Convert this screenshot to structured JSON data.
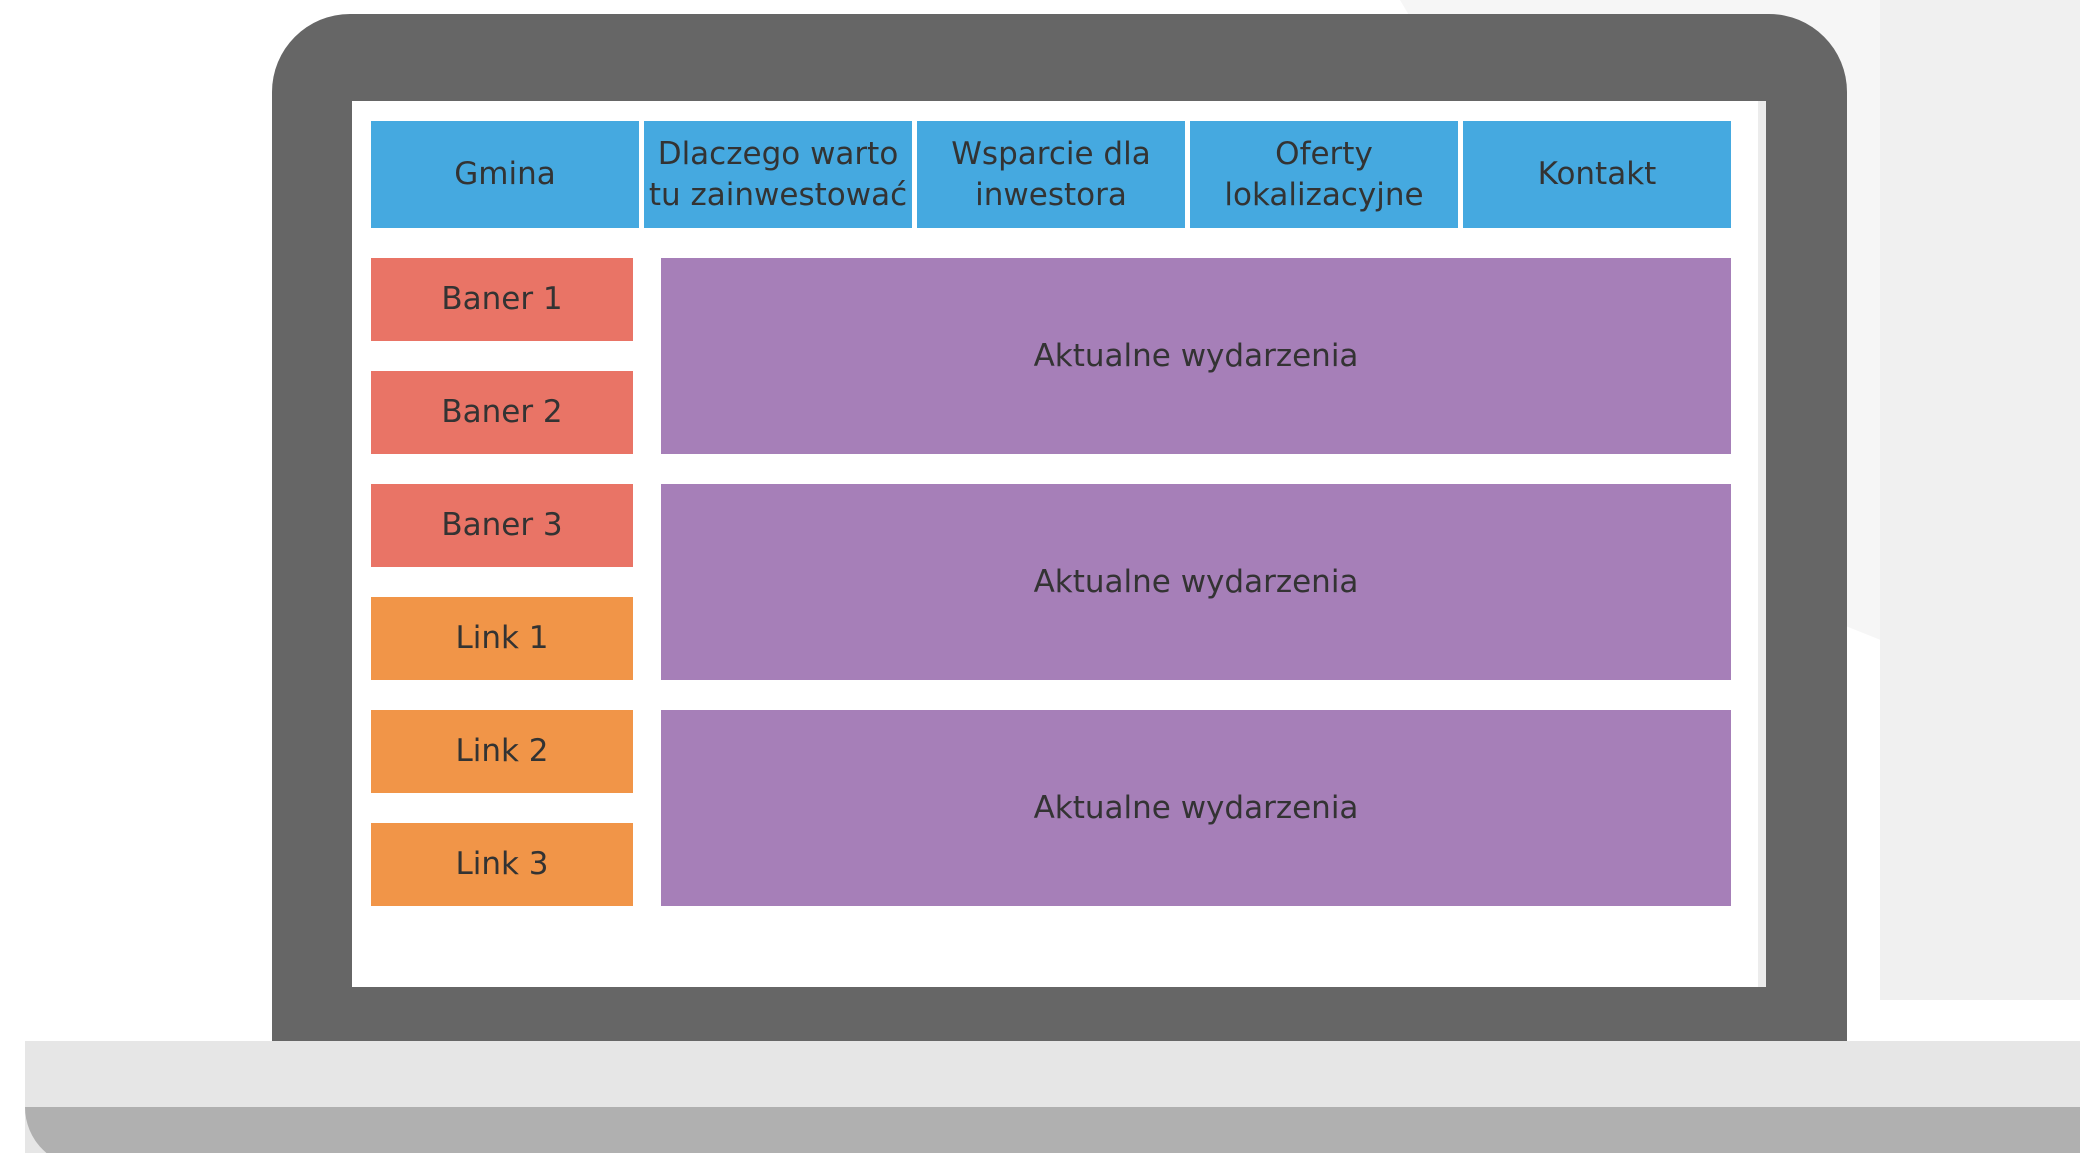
{
  "colors": {
    "nav": "#45a9e0",
    "banner": "#e97466",
    "link": "#f19548",
    "event": "#a67fb8",
    "laptop": "#666666"
  },
  "nav": {
    "items": [
      {
        "label": "Gmina"
      },
      {
        "label": "Dlaczego warto\ntu zainwestować"
      },
      {
        "label": "Wsparcie dla\ninwestora"
      },
      {
        "label": "Oferty\nlokalizacyjne"
      },
      {
        "label": "Kontakt"
      }
    ]
  },
  "sidebar": {
    "banners": [
      {
        "label": "Baner 1"
      },
      {
        "label": "Baner 2"
      },
      {
        "label": "Baner 3"
      }
    ],
    "links": [
      {
        "label": "Link 1"
      },
      {
        "label": "Link 2"
      },
      {
        "label": "Link 3"
      }
    ]
  },
  "events": [
    {
      "label": "Aktualne wydarzenia"
    },
    {
      "label": "Aktualne wydarzenia"
    },
    {
      "label": "Aktualne wydarzenia"
    }
  ]
}
